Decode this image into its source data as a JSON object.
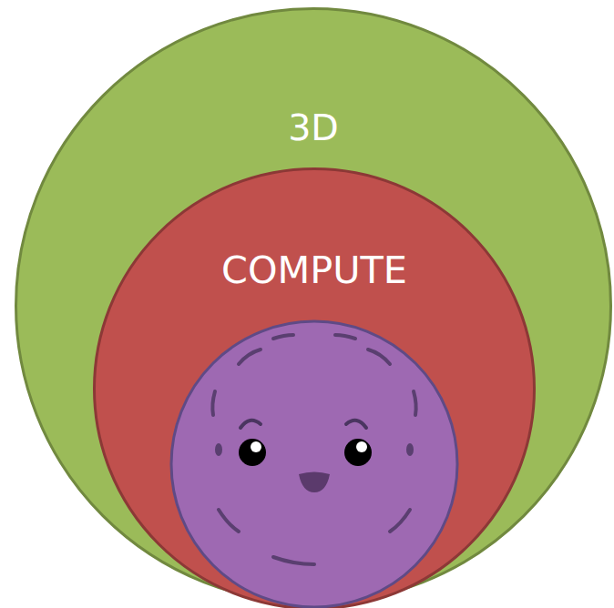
{
  "diagram": {
    "nodes": [
      {
        "text": [
          "3D"
        ]
      },
      {
        "text": [
          "COMPUTE"
        ],
        "in": 0
      }
    ]
  }
}
